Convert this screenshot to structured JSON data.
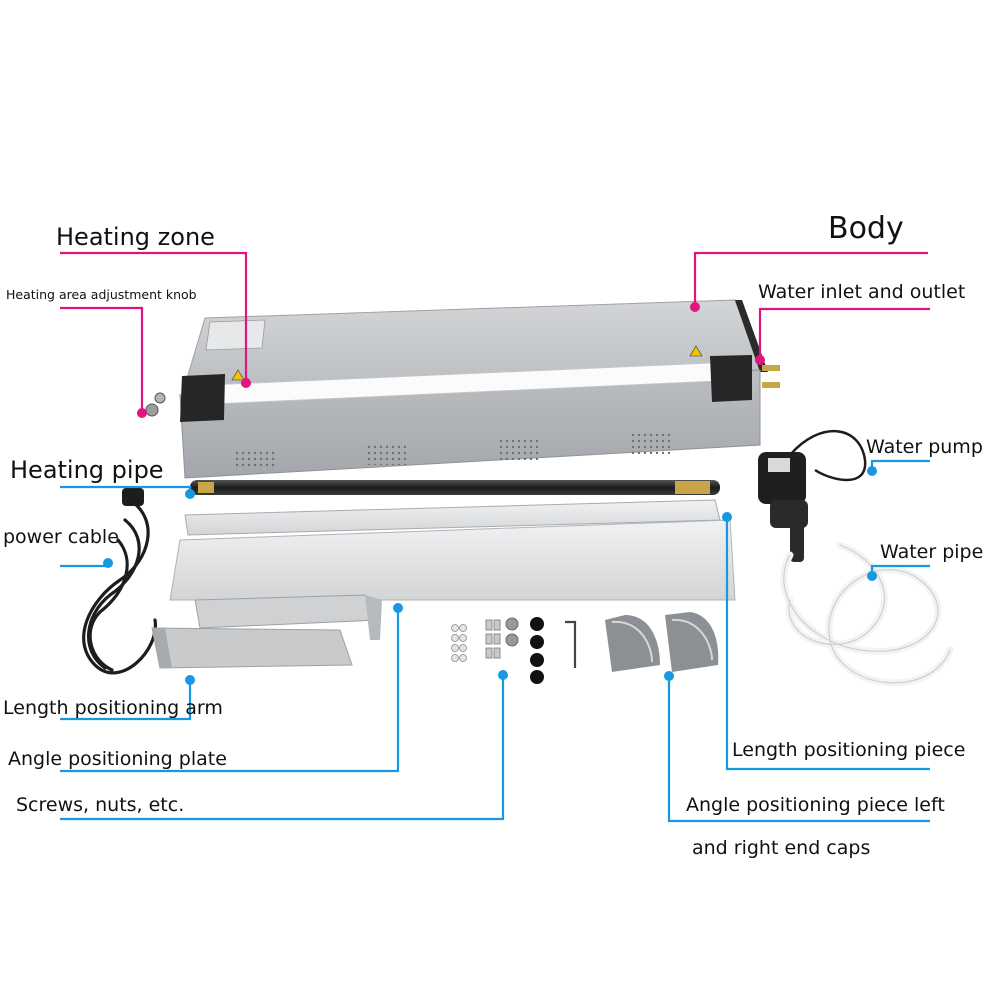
{
  "colors": {
    "magenta": "#e0157f",
    "blue": "#1798e0",
    "body_metal": "#c9cbcd",
    "dark_metal": "#2a2a2a",
    "aluminium": "#e4e6e8"
  },
  "labels": {
    "heating_zone": "Heating zone",
    "body": "Body",
    "knob": "Heating area adjustment knob",
    "water_inlet_outlet": "Water inlet and outlet",
    "heating_pipe": "Heating pipe",
    "water_pump": "Water pump",
    "power_cable": "power cable",
    "water_pipe": "Water pipe",
    "length_arm": "Length positioning arm",
    "angle_plate": "Angle positioning plate",
    "screws": "Screws, nuts, etc.",
    "length_piece": "Length positioning piece",
    "angle_caps_line1": "Angle positioning piece left",
    "angle_caps_line2": "and right end caps"
  }
}
